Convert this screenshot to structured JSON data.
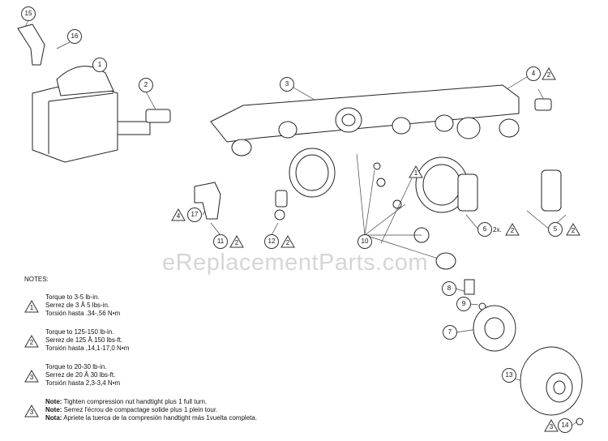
{
  "watermark": "eReplacementParts.com",
  "callouts": [
    "15",
    "16",
    "1",
    "2",
    "3",
    "4",
    "17",
    "11",
    "12",
    "10",
    "6",
    "5",
    "8",
    "9",
    "7",
    "13",
    "14"
  ],
  "triangles": [
    "2",
    "1",
    "4",
    "2",
    "2",
    "2",
    "2",
    "3"
  ],
  "quantity": "2x.",
  "notes": {
    "title": "NOTES:",
    "items": [
      {
        "symbol": "1",
        "lines": [
          "Torque to 3-5 lb-in.",
          "Serrez de 3 Å 5 lbs-in.",
          "Torsión hasta .34-,56 N•m"
        ]
      },
      {
        "symbol": "2",
        "lines": [
          "Torque to 125-150 lb-in.",
          "Serrez de 125 Å 150 lbs-ft.",
          "Torsión hasta ,14,1-17,0 N•m"
        ]
      },
      {
        "symbol": "3",
        "lines": [
          "Torque to 20-30 lb-in.",
          "Serrez de 20 Å 30 lbs-ft.",
          "Torsión hasta 2,3-3,4 N•m"
        ]
      },
      {
        "symbol": "3",
        "labels": [
          "Note:",
          "Note:",
          "Nota:"
        ],
        "lines": [
          " Tighten compression nut handtight plus 1 full turn.",
          " Serrez l'écrou de compactage solide plus 1 plein tour.",
          " Apriete la tuerca de la compresión handtight más 1vuelta completa."
        ]
      }
    ]
  }
}
